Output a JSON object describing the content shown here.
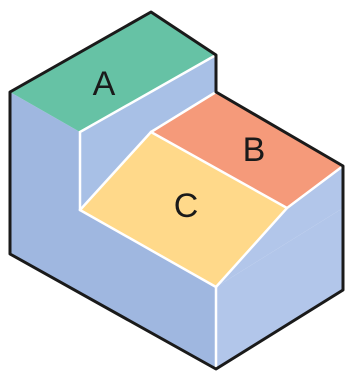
{
  "colors": {
    "outline": "#1a1a1a",
    "edge_highlight": "#ffffff",
    "front_left_face": "#9fb7e0",
    "front_right_face": "#b2c6ea",
    "step_wall_face": "#a8c0e6",
    "face_a": "#66c2a5",
    "face_b": "#f59a7a",
    "face_c": "#ffd98a"
  },
  "faces": {
    "a": {
      "label": "A"
    },
    "b": {
      "label": "B"
    },
    "c": {
      "label": "C"
    }
  }
}
